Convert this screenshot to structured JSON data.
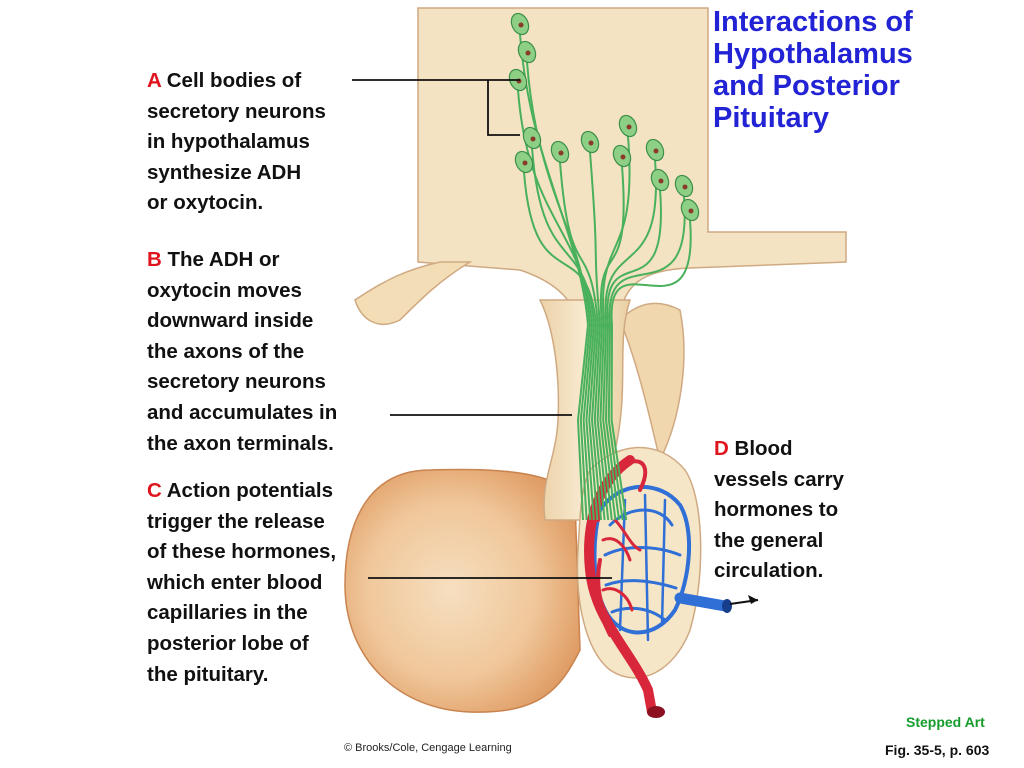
{
  "title": {
    "lines": [
      "Interactions of",
      "Hypothalamus",
      "and Posterior",
      "Pituitary"
    ],
    "color": "#2323d6"
  },
  "labels": {
    "a": {
      "letter": "A",
      "lines": [
        "Cell bodies of",
        "secretory neurons",
        "in hypothalamus",
        "synthesize ADH",
        "or oxytocin."
      ]
    },
    "b": {
      "letter": "B",
      "lines": [
        "The ADH or",
        "oxytocin moves",
        "downward inside",
        "the axons of the",
        "secretory neurons",
        "and accumulates in",
        "the axon terminals."
      ]
    },
    "c": {
      "letter": "C",
      "lines": [
        "Action potentials",
        "trigger the release",
        "of these hormones,",
        "which enter blood",
        "capillaries in the",
        "posterior lobe of",
        "the pituitary."
      ]
    },
    "d": {
      "letter": "D",
      "lines": [
        "Blood",
        "vessels carry",
        "hormones to",
        "the general",
        "circulation."
      ]
    },
    "letter_color": "#e0141e"
  },
  "footer": {
    "stepped_art": "Stepped Art",
    "figure_ref": "Fig. 35-5, p. 603",
    "copyright": "© Brooks/Cole, Cengage Learning"
  },
  "colors": {
    "tissue_light": "#f4e3c3",
    "tissue_dark": "#e2a36c",
    "neuron": "#49b05c",
    "artery": "#d8263a",
    "vein": "#2f6fd6"
  }
}
